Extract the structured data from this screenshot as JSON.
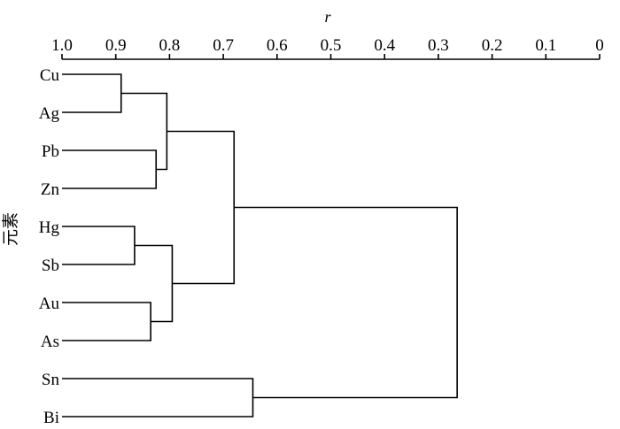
{
  "chart_data": {
    "type": "dendrogram",
    "axis": {
      "label": "r",
      "ticks": [
        "1.0",
        "0.9",
        "0.8",
        "0.7",
        "0.6",
        "0.5",
        "0.4",
        "0.3",
        "0.2",
        "0.1",
        "0"
      ],
      "range": [
        1.0,
        0.0
      ],
      "position": "top"
    },
    "ylabel": "元素",
    "leaves": [
      "Cu",
      "Ag",
      "Pb",
      "Zn",
      "Hg",
      "Sb",
      "Au",
      "As",
      "Sn",
      "Bi"
    ],
    "merges": [
      {
        "id": "m1",
        "children": [
          "Cu",
          "Ag"
        ],
        "r": 0.89
      },
      {
        "id": "m2",
        "children": [
          "Pb",
          "Zn"
        ],
        "r": 0.825
      },
      {
        "id": "m3",
        "children": [
          "m1",
          "m2"
        ],
        "r": 0.805
      },
      {
        "id": "m4",
        "children": [
          "Hg",
          "Sb"
        ],
        "r": 0.865
      },
      {
        "id": "m5",
        "children": [
          "Au",
          "As"
        ],
        "r": 0.835
      },
      {
        "id": "m6",
        "children": [
          "m4",
          "m5"
        ],
        "r": 0.795
      },
      {
        "id": "m7",
        "children": [
          "m3",
          "m6"
        ],
        "r": 0.68
      },
      {
        "id": "m8",
        "children": [
          "Sn",
          "Bi"
        ],
        "r": 0.645
      },
      {
        "id": "m9",
        "children": [
          "m7",
          "m8"
        ],
        "r": 0.265
      }
    ]
  }
}
